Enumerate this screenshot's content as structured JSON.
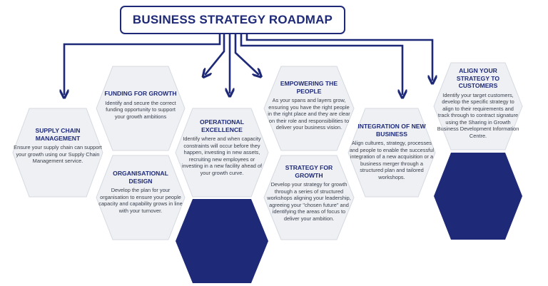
{
  "title": "BUSINESS STRATEGY ROADMAP",
  "colors": {
    "navy": "#1e2a78",
    "hex_fill": "#eef0f4",
    "hex_border": "#d5d9e1",
    "text": "#3a3f4a"
  },
  "hexagons": {
    "supply_chain": {
      "title": "SUPPLY CHAIN MANAGEMENT",
      "body": "Ensure your supply chain can support your growth using our Supply Chain Management service."
    },
    "funding": {
      "title": "FUNDING FOR GROWTH",
      "body": "Identify and secure the correct funding opportunity to support your growth ambitions"
    },
    "organisational": {
      "title": "ORGANISATIONAL DESIGN",
      "body": "Develop the plan for your organisation to ensure your people capacity and capability grows in line with your turnover."
    },
    "operational": {
      "title": "OPERATIONAL EXCELLENCE",
      "body": "Identify where and when capacity constraints will occur before they happen, investing in new assets, recruiting new employees or investing in a new facility ahead of your growth curve."
    },
    "empowering": {
      "title": "EMPOWERING THE PEOPLE",
      "body": "As your spans and layers grow, ensuring you have the right people in the right place and they are clear on their role and responsibilities to deliver your business vision."
    },
    "strategy": {
      "title": "STRATEGY FOR GROWTH",
      "body": "Develop your strategy for growth through a series of structured workshops aligning your leadership, agreeing your \"chosen future\" and identifying the areas of focus to deliver your ambition."
    },
    "integration": {
      "title": "INTEGRATION OF NEW BUSINESS",
      "body": "Align cultures, strategy, processes and people to enable the successful integration of a new acquisition or a business merger through a structured plan and tailored workshops."
    },
    "align": {
      "title": "ALIGN YOUR STRATEGY TO CUSTOMERS",
      "body": "Identify your target customers, develop the specific strategy to align to their requirements and track through to contract signature using the Sharing in Growth Business Development Information Centre."
    }
  }
}
